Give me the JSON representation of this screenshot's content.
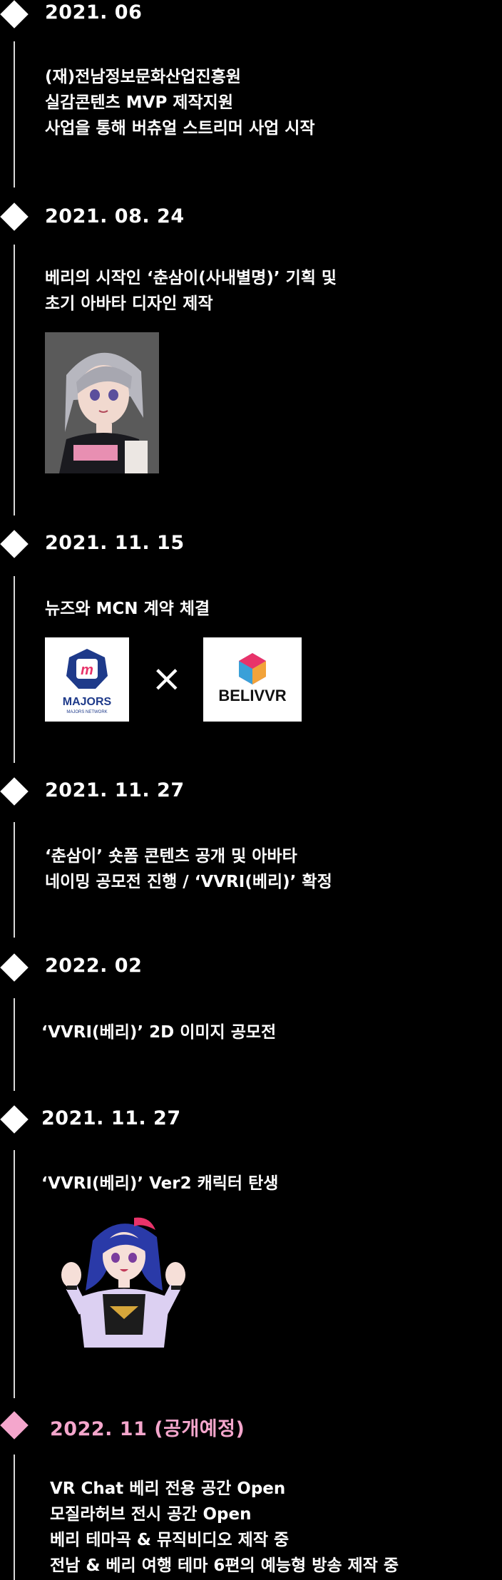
{
  "timeline": [
    {
      "date": "2021. 06",
      "lines": [
        "(재)전남정보문화산업진흥원",
        "실감콘텐츠 MVP 제작지원",
        "사업을 통해 버츄얼 스트리머 사업 시작"
      ]
    },
    {
      "date": "2021. 08. 24",
      "lines": [
        "베리의 시작인 ‘춘삼이(사내별명)’ 기획 및",
        "초기 아바타 디자인 제작"
      ]
    },
    {
      "date": "2021. 11. 15",
      "lines": [
        "뉴즈와 MCN 계약 체결"
      ]
    },
    {
      "date": "2021. 11. 27",
      "lines": [
        "‘춘삼이’ 숏폼 콘텐츠 공개 및 아바타",
        "네이밍 공모전 진행 / ‘VVRI(베리)’ 확정"
      ]
    },
    {
      "date": "2022. 02",
      "lines": [
        "‘VVRI(베리)’ 2D 이미지 공모전"
      ]
    },
    {
      "date": "2021. 11. 27",
      "lines": [
        "‘VVRI(베리)’ Ver2 캐릭터 탄생"
      ]
    },
    {
      "date": "2022. 11 (공개예정)",
      "lines": [
        "VR Chat 베리 전용 공간 Open",
        "모질라허브 전시 공간 Open",
        "베리 테마곡 & 뮤직비디오 제작 중",
        "전남 & 베리 여행 테마 6편의 예능형 방송 제작 중"
      ]
    }
  ],
  "logos": {
    "majors_text": "MAJORS",
    "majors_sub": "MAJORS NETWORK",
    "times": "×",
    "belivvr_text": "BELIVVR"
  },
  "colors": {
    "accent": "#f4a6cc",
    "line": "#d9d9d9"
  }
}
